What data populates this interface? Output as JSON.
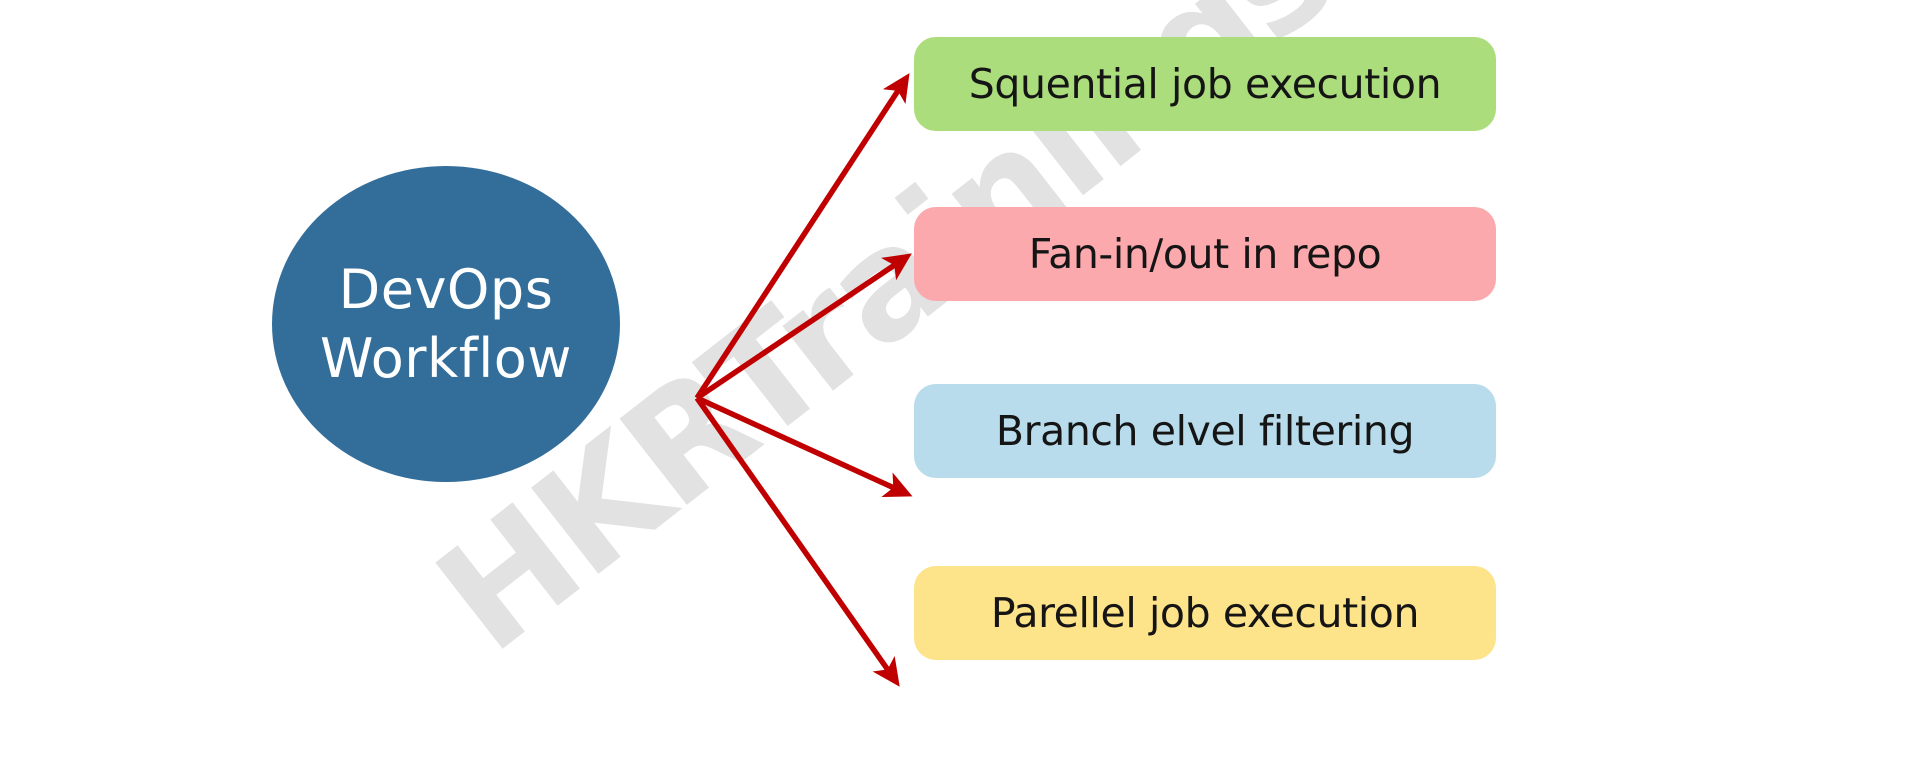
{
  "diagram": {
    "title": "DevOps Workflow",
    "watermark": "HKRTrainings",
    "background_color": "#ffffff",
    "arrow_color": "#C00000",
    "central_node": {
      "label": "DevOps\nWorkflow",
      "shape": "circle",
      "fill_color": "#336E9B",
      "text_color": "#ffffff"
    },
    "nodes": [
      {
        "label": "Squential job execution",
        "fill_color": "#ABDD7C",
        "text_color": "#151515",
        "shape": "rounded-rectangle"
      },
      {
        "label": "Fan-in/out in repo",
        "fill_color": "#FBA9AD",
        "text_color": "#151515",
        "shape": "rounded-rectangle"
      },
      {
        "label": "Branch elvel filtering",
        "fill_color": "#B8DCEB",
        "text_color": "#151515",
        "shape": "rounded-rectangle"
      },
      {
        "label": "Parellel job execution",
        "fill_color": "#FDE389",
        "text_color": "#151515",
        "shape": "rounded-rectangle"
      }
    ],
    "connectors": [
      {
        "from": "DevOps Workflow",
        "to": "Squential job execution",
        "style": "arrow"
      },
      {
        "from": "DevOps Workflow",
        "to": "Fan-in/out in repo",
        "style": "arrow"
      },
      {
        "from": "DevOps Workflow",
        "to": "Branch elvel filtering",
        "style": "arrow"
      },
      {
        "from": "DevOps Workflow",
        "to": "Parellel job execution",
        "style": "arrow"
      }
    ]
  }
}
